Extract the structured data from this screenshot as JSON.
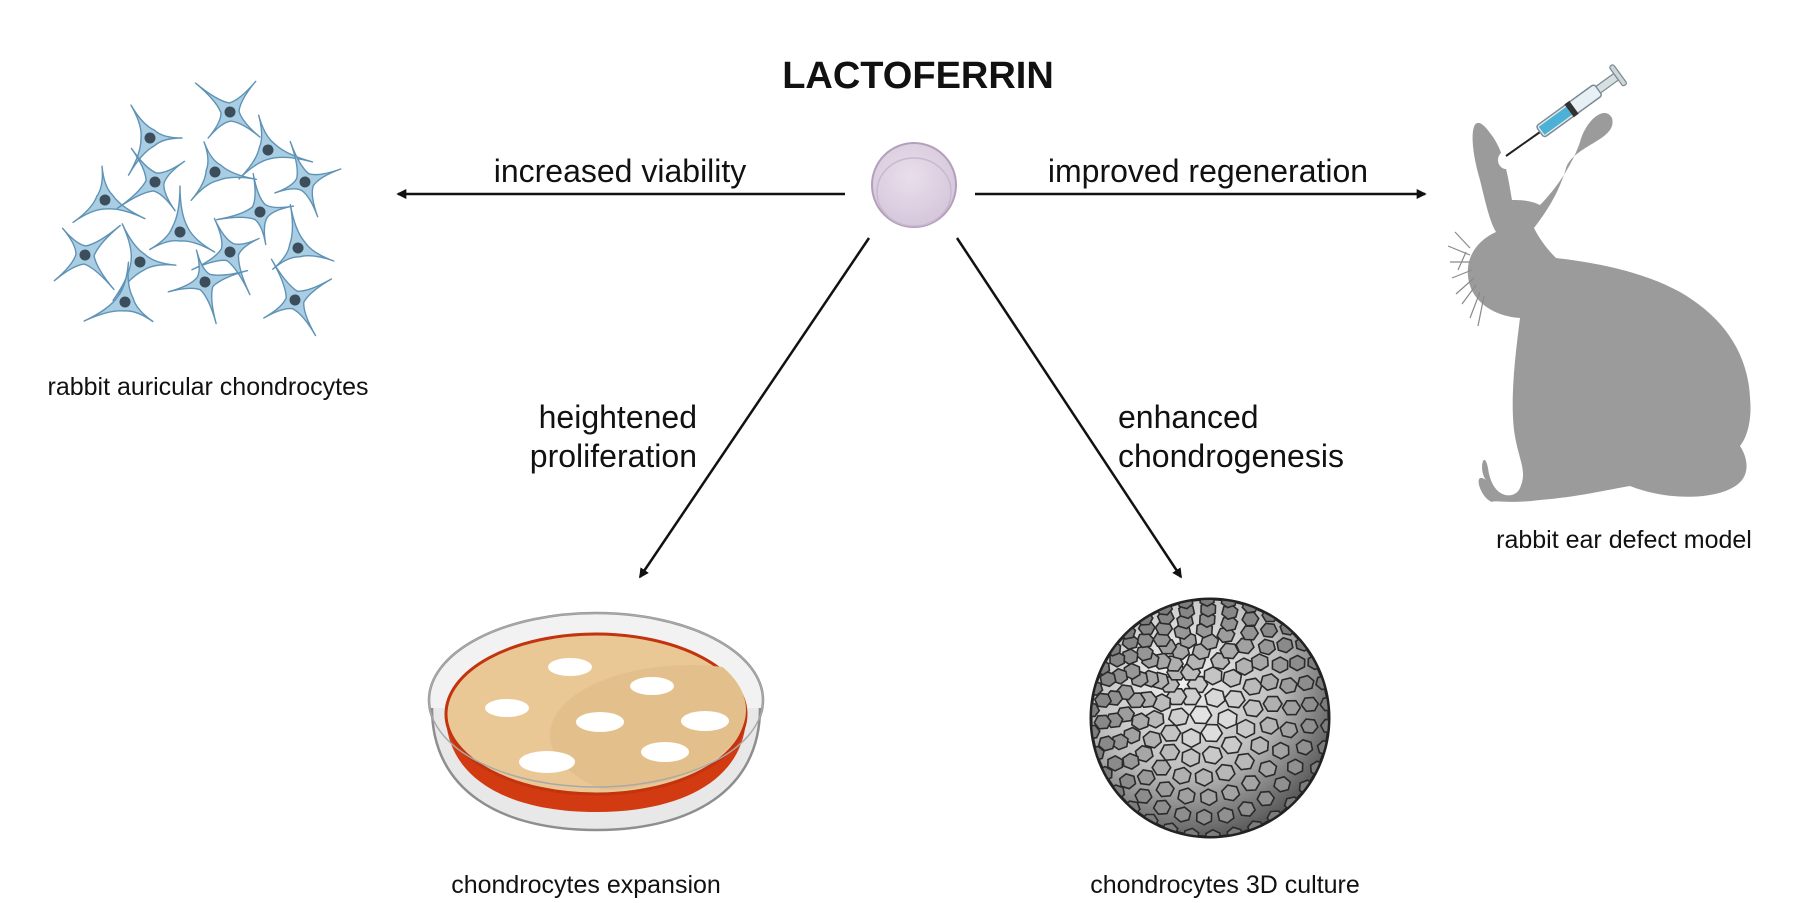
{
  "title": "LACTOFERRIN",
  "relations": {
    "viability": "increased viability",
    "regeneration": "improved regeneration",
    "proliferation": [
      "heightened",
      "proliferation"
    ],
    "chondrogenesis": [
      "enhanced",
      "chondrogenesis"
    ]
  },
  "captions": {
    "chondrocytes": "rabbit auricular chondrocytes",
    "ear_model": "rabbit ear defect model",
    "expansion": "chondrocytes expansion",
    "culture3d": "chondrocytes 3D culture"
  },
  "colors": {
    "lactoferrin_fill": "#dccfe0",
    "lactoferrin_stroke": "#b39fbc",
    "cell_fill": "#a9cde3",
    "cell_stroke": "#5f93b6",
    "nucleus": "#3c4d5c",
    "rabbit": "#9b9b9c",
    "dish_rim": "#c8c8c8",
    "medium_red": "#d23a12",
    "medium_cream": "#e9c896",
    "spheroid": "#bcbcbc"
  },
  "icons": [
    "lactoferrin-circle-icon",
    "chondrocyte-cells-icon",
    "rabbit-icon",
    "syringe-icon",
    "petri-dish-icon",
    "spheroid-icon"
  ]
}
